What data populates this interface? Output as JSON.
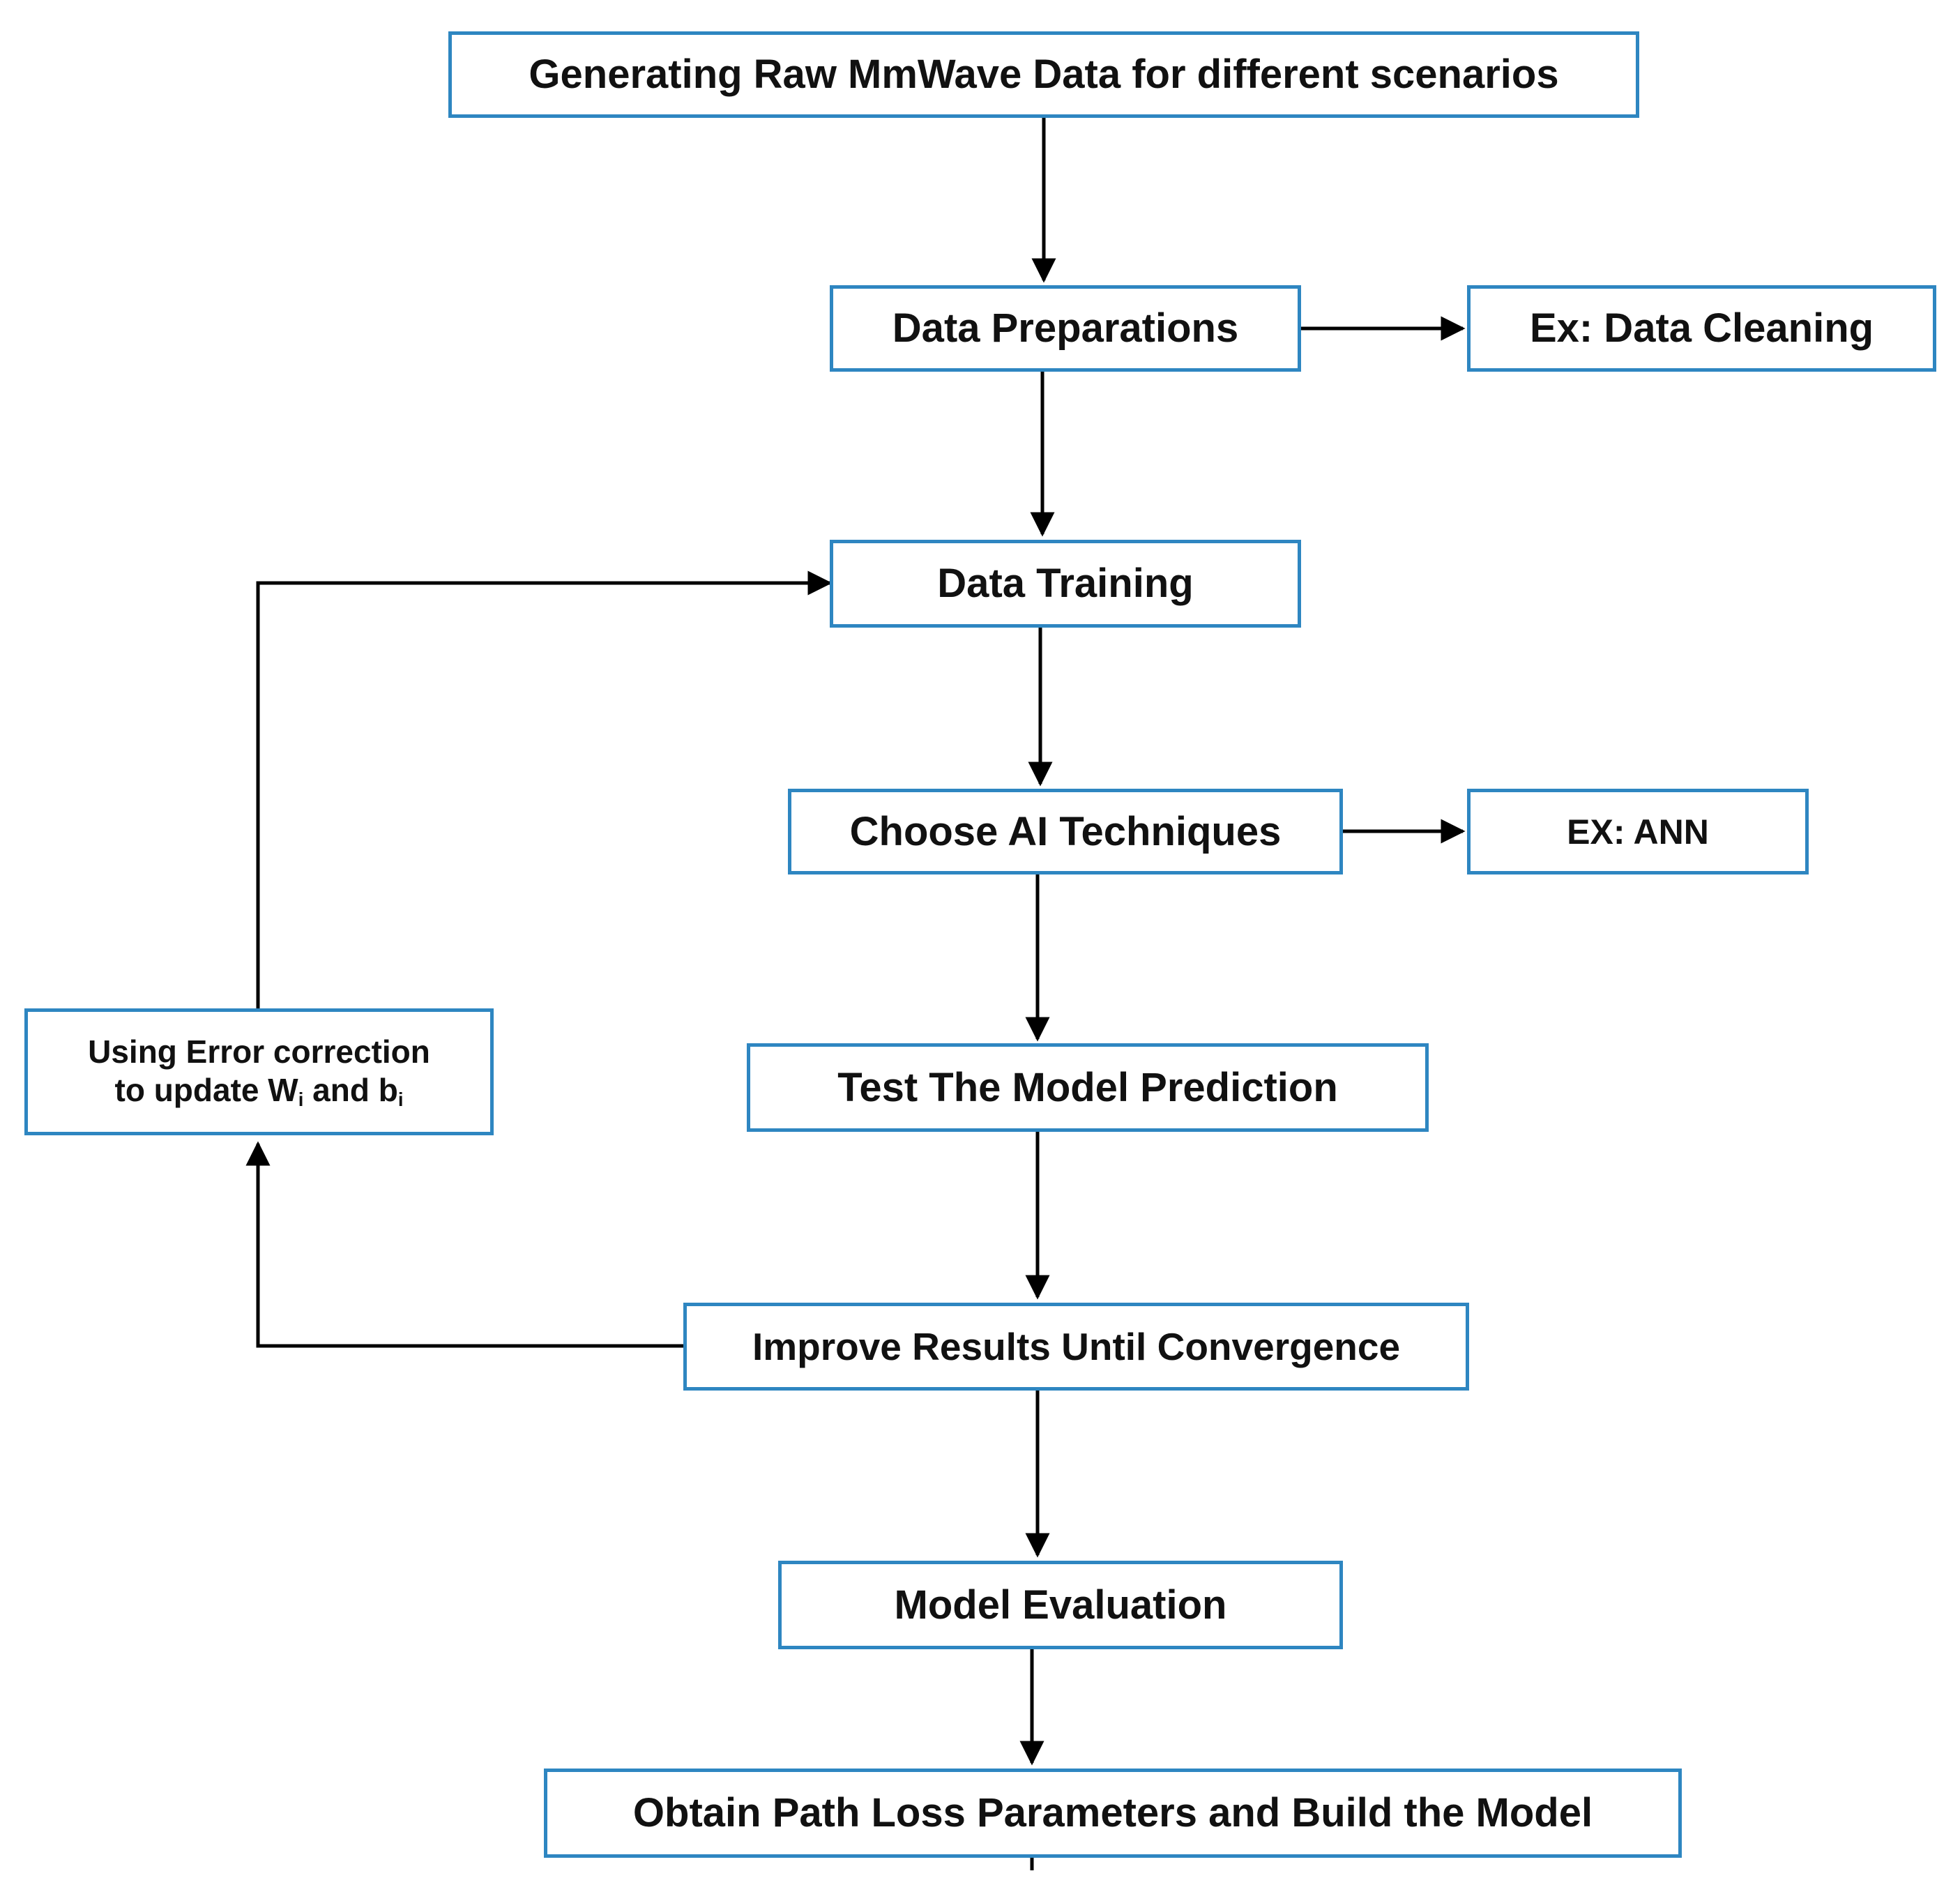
{
  "diagram": {
    "boxes": {
      "generate": "Generating Raw MmWave Data for different scenarios",
      "preparation": "Data Preparations",
      "cleaning": "Ex: Data Cleaning",
      "training": "Data Training",
      "choose_ai": "Choose AI Techniques",
      "ann": "EX: ANN",
      "test": "Test The Model Prediction",
      "improve": "Improve Results Until Convergence",
      "error_line1": "Using Error correction",
      "error_line2_prefix": "to update W",
      "error_w_sub": "i",
      "error_line2_mid": " and b",
      "error_b_sub": "i",
      "evaluation": "Model Evaluation",
      "obtain": "Obtain Path Loss Parameters and Build the Model"
    },
    "colors": {
      "box_border": "#2e86c1",
      "arrow": "#000000",
      "text": "#111111"
    }
  }
}
